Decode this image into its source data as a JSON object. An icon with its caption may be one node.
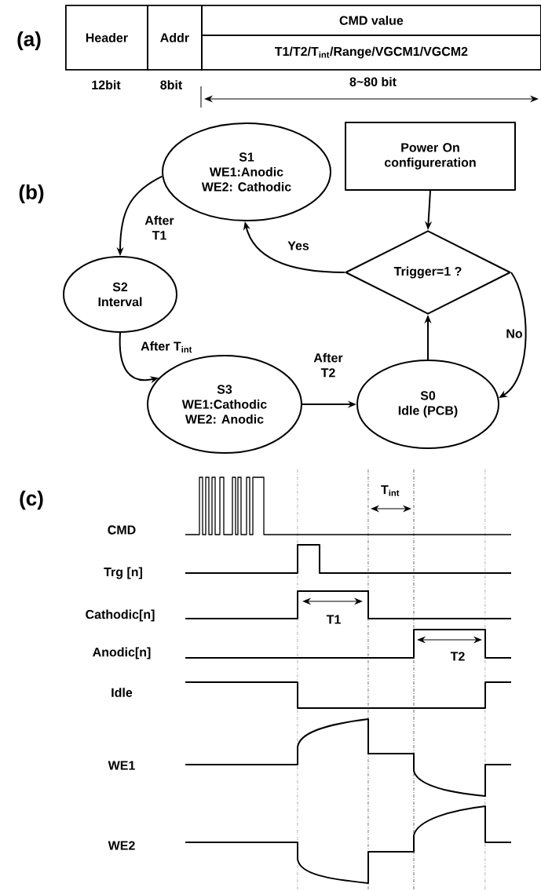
{
  "diagram": {
    "nodes": [
      {
        "text": [
          "S1",
          "WE1:Anodic",
          "WE2: Cathodic"
        ]
      },
      {
        "text": [
          "Power On configureration"
        ]
      },
      {
        "text": [
          "Trigger=1 ?"
        ]
      },
      {
        "text": [
          "S2",
          "Interval"
        ]
      },
      {
        "text": [
          "S3",
          "WE1:Cathodic",
          "WE2: Anodic"
        ]
      },
      {
        "text": [
          "S0",
          "Idle (PCB)"
        ]
      }
    ],
    "edges": [
      {
        "from": 0,
        "to": 3,
        "arrow": "to",
        "label": "After T1"
      },
      {
        "from": 3,
        "to": 4,
        "arrow": "to",
        "label": "After T$_{int}$"
      },
      {
        "from": 4,
        "to": 5,
        "arrow": "to",
        "label": "After T2"
      },
      {
        "from": 1,
        "to": 2,
        "arrow": "to"
      },
      {
        "from": 5,
        "to": 2,
        "arrow": "to"
      },
      {
        "from": 2,
        "to": 0,
        "arrow": "to",
        "label": "Yes"
      },
      {
        "from": 2,
        "to": 5,
        "arrow": "to",
        "label": "No"
      }
    ],
    "labels": [
      "(a)",
      "Header",
      "Addr",
      "CMD value",
      "T1/T2/T$_{int}$/Range/VGCM1/VGCM2",
      "12bit",
      "8bit",
      "8~80 bit",
      "(b)",
      "(c)",
      "T$_{int}$",
      "CMD",
      "Trg [n]",
      "Cathodic[n]",
      "T1",
      "Anodic[n]",
      "T2",
      "Idle",
      "WE1",
      "WE2"
    ]
  }
}
